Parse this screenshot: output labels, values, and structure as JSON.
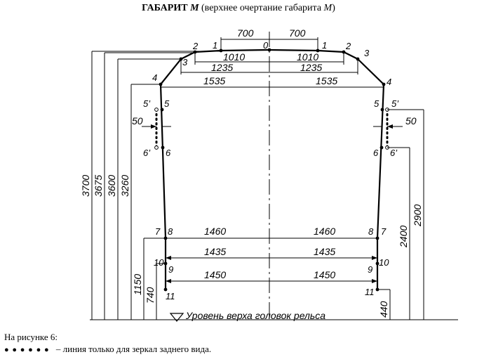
{
  "title": {
    "main": "ГАБАРИТ",
    "letter": "М",
    "sub_open": "(верхнее очертание габарита ",
    "sub_letter": "М",
    "sub_close": ")"
  },
  "dims": {
    "d700": "700",
    "d1010": "1010",
    "d1235": "1235",
    "d1535": "1535",
    "d50": "50",
    "d1460": "1460",
    "d1435": "1435",
    "d1450": "1450",
    "h3700": "3700",
    "h3675": "3675",
    "h3600": "3600",
    "h3260": "3260",
    "h1150": "1150",
    "h740": "740",
    "h2900": "2900",
    "h2400": "2400",
    "h440": "440"
  },
  "points": {
    "p0": "0",
    "p1": "1",
    "p2": "2",
    "p3": "3",
    "p4": "4",
    "p5": "5",
    "p5p": "5’",
    "p6": "6",
    "p6p": "6’",
    "p7": "7",
    "p8": "8",
    "p9": "9",
    "p10": "10",
    "p11": "11"
  },
  "rail_level": "Уровень верха головок рельса",
  "legend": {
    "caption": "На рисунке 6:",
    "dots": "● ● ● ● ● ●",
    "text": "– линия только для зеркал заднего вида."
  }
}
